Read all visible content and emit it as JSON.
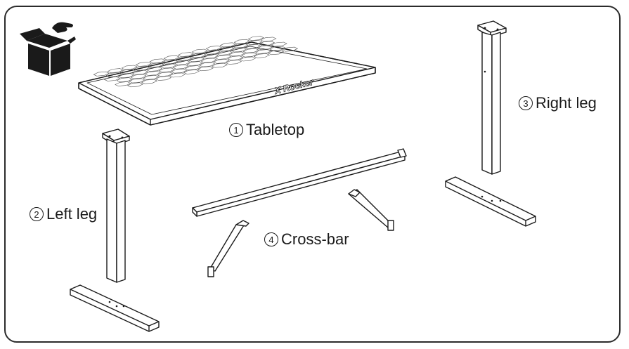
{
  "parts": {
    "tabletop": {
      "number": "1",
      "text": "Tabletop"
    },
    "left_leg": {
      "number": "2",
      "text": "Left leg"
    },
    "right_leg": {
      "number": "3",
      "text": "Right leg"
    },
    "cross_bar": {
      "number": "4",
      "text": "Cross-bar"
    }
  },
  "tabletop_brand": "X Rocker",
  "icons": {
    "unbox": "open-box-hand-icon"
  }
}
